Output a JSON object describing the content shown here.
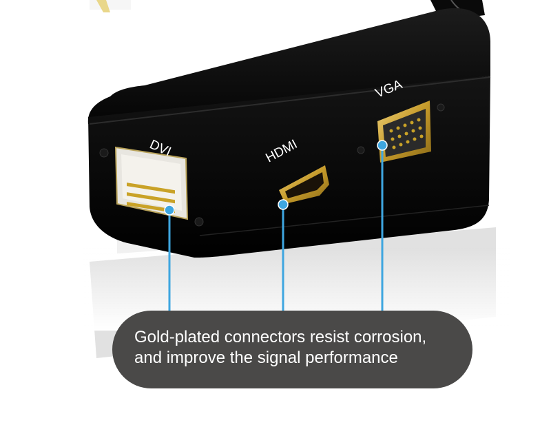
{
  "product_labels": {
    "dvi": "DVI",
    "hdmi": "HDMI",
    "vga": "VGA"
  },
  "callout": {
    "line1": "Gold-plated connectors resist corrosion,",
    "line2": "and improve the signal performance"
  },
  "colors": {
    "background": "#ffffff",
    "adapter_body": "#0b0b0b",
    "gold": "#c9a227",
    "leader_line": "#3ea6e0",
    "callout_bg": "#4a4948",
    "callout_text": "#ffffff"
  }
}
